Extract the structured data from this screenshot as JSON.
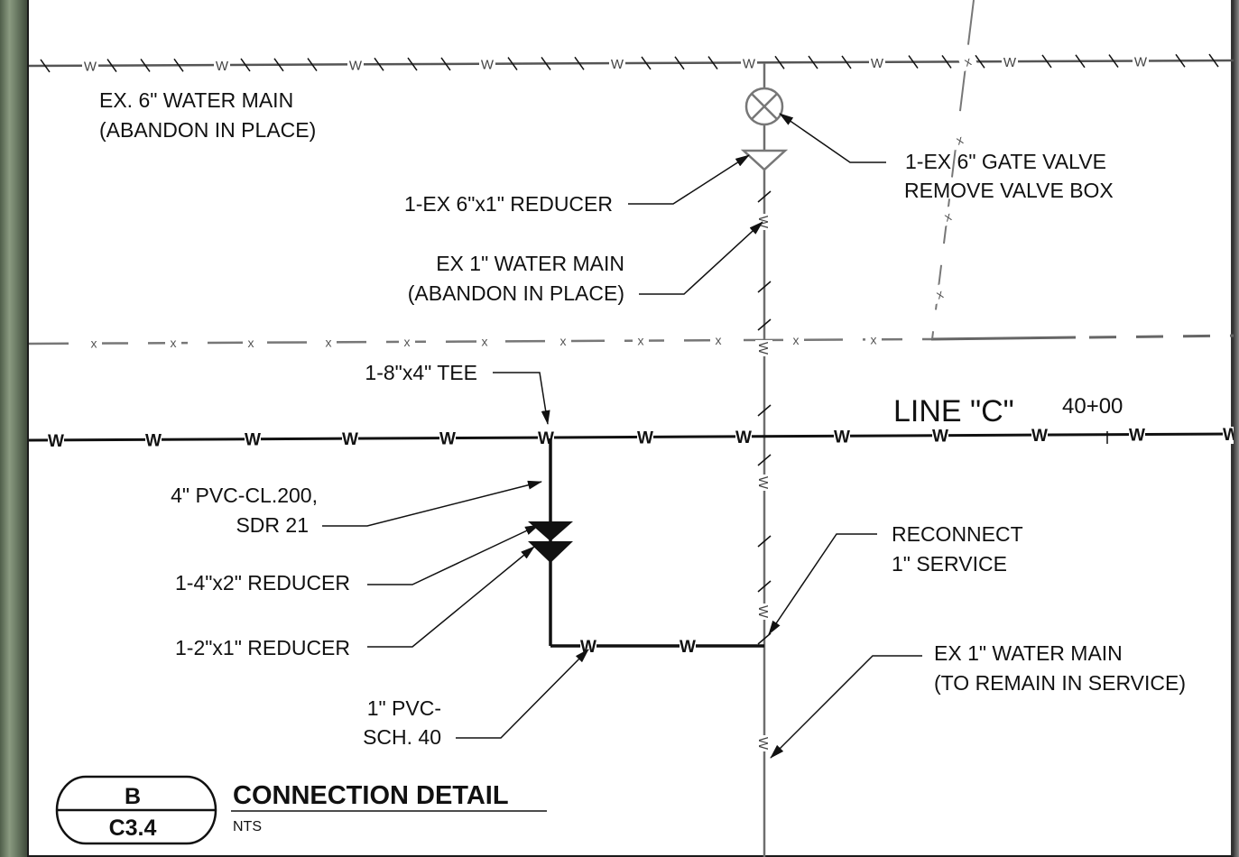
{
  "detail": {
    "id": "B",
    "sheet": "C3.4",
    "title": "CONNECTION DETAIL",
    "scale": "NTS"
  },
  "line": {
    "name": "LINE \"C\"",
    "station": "40+00",
    "water_tag": "W",
    "fence_tag": "x"
  },
  "callouts": {
    "ex6_main": [
      "EX. 6\" WATER MAIN",
      "(ABANDON IN PLACE)"
    ],
    "gate_valve": [
      "1-EX 6\" GATE VALVE",
      "REMOVE VALVE BOX"
    ],
    "reducer_6x1": [
      "1-EX 6\"x1\" REDUCER"
    ],
    "ex1_main_abandon": [
      "EX 1\" WATER MAIN",
      "(ABANDON IN PLACE)"
    ],
    "tee": [
      "1-8\"x4\" TEE"
    ],
    "pvc4": [
      "4\" PVC-CL.200,",
      "SDR 21"
    ],
    "reducer_4x2": [
      "1-4\"x2\" REDUCER"
    ],
    "reducer_2x1": [
      "1-2\"x1\" REDUCER"
    ],
    "pvc1": [
      "1\" PVC-",
      "SCH. 40"
    ],
    "reconnect": [
      "RECONNECT",
      "1\" SERVICE"
    ],
    "ex1_main_remain": [
      "EX 1\" WATER MAIN",
      "(TO REMAIN IN SERVICE)"
    ]
  },
  "colors": {
    "ink": "#111111",
    "existing": "#777777"
  }
}
